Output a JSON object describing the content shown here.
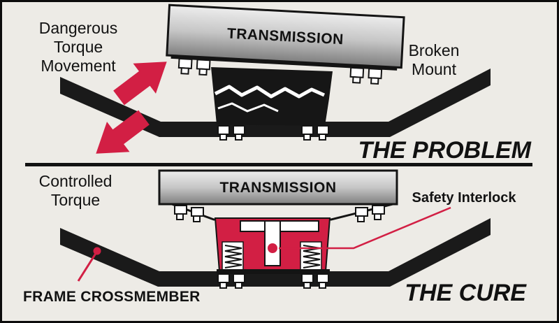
{
  "colors": {
    "background": "#edebe6",
    "ink": "#141414",
    "red": "#d21f44"
  },
  "problem": {
    "title": "THE PROBLEM",
    "torque_label": {
      "line1": "Dangerous",
      "line2": "Torque",
      "line3": "Movement"
    },
    "transmission_label": "TRANSMISSION",
    "mount_label": {
      "line1": "Broken",
      "line2": "Mount"
    }
  },
  "cure": {
    "title": "THE CURE",
    "torque_label": {
      "line1": "Controlled",
      "line2": "Torque"
    },
    "transmission_label": "TRANSMISSION",
    "interlock_label": "Safety Interlock",
    "crossmember_label": "FRAME CROSSMEMBER"
  }
}
